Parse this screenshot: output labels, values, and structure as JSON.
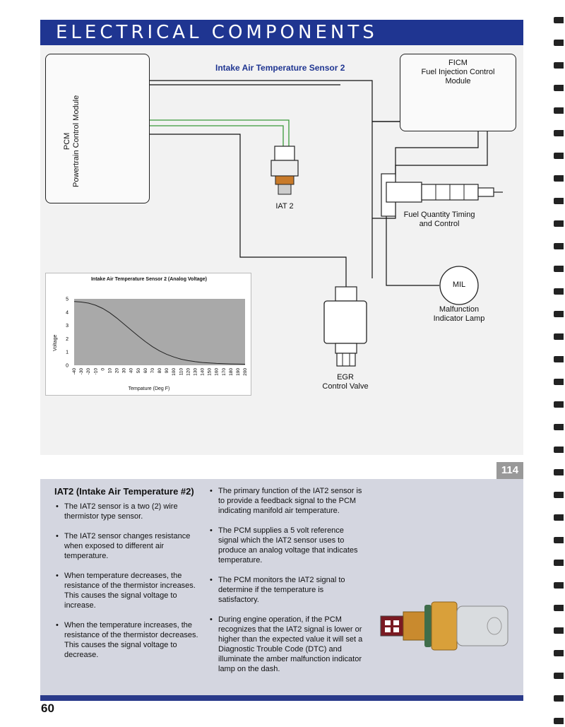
{
  "header": {
    "title": "ELECTRICAL COMPONENTS"
  },
  "diagram": {
    "title": "Intake Air Temperature Sensor 2",
    "pcm_label_1": "PCM",
    "pcm_label_2": "Powertrain Control Module",
    "ficm_label": [
      "FICM",
      "Fuel Injection Control",
      "Module"
    ],
    "iat_label": "IAT 2",
    "fuel_label": [
      "Fuel Quantity Timing",
      "and Control"
    ],
    "mil_label": "MIL",
    "mil_caption": [
      "Malfunction",
      "Indicator Lamp"
    ],
    "egr_label": [
      "EGR",
      "Control Valve"
    ]
  },
  "chart_data": {
    "type": "line",
    "title": "Intake Air Temperature Sensor 2 (Analog Voltage)",
    "xlabel": "Tempature (Deg F)",
    "ylabel": "Voltage",
    "x": [
      -40,
      -30,
      -20,
      -10,
      0,
      10,
      20,
      30,
      40,
      50,
      60,
      70,
      80,
      90,
      100,
      110,
      120,
      130,
      140,
      150,
      160,
      170,
      180,
      190,
      200
    ],
    "y": [
      4.8,
      4.76,
      4.68,
      4.52,
      4.28,
      3.95,
      3.55,
      3.1,
      2.65,
      2.2,
      1.78,
      1.4,
      1.08,
      0.82,
      0.62,
      0.46,
      0.35,
      0.27,
      0.21,
      0.17,
      0.14,
      0.12,
      0.1,
      0.09,
      0.08
    ],
    "ylim": [
      0,
      5
    ],
    "yticks": [
      0,
      1,
      2,
      3,
      4,
      5
    ],
    "grid": false,
    "plot_color": "#a9a9a9"
  },
  "page_tag": "114",
  "text": {
    "heading": "IAT2 (Intake Air Temperature #2)",
    "left_bullets": [
      "The IAT2 sensor is a two (2) wire thermistor type sensor.",
      "The IAT2 sensor changes resistance when exposed to different air temperature.",
      "When temperature decreases, the resistance of the thermistor increases. This causes the signal voltage to increase.",
      "When the temperature increases, the resistance of the thermistor decreases. This causes the signal voltage to decrease."
    ],
    "right_bullets": [
      "The primary function of the IAT2 sensor is to provide a feedback signal to the PCM indicating manifold air temperature.",
      "The PCM supplies a 5 volt reference signal which the IAT2 sensor uses to produce an analog voltage that indicates temperature.",
      "The PCM monitors the IAT2 signal to determine if the temperature is satisfactory.",
      "During engine operation, if the PCM recognizes that the IAT2 signal is lower or higher than the expected value it will set a Diagnostic Trouble Code (DTC) and illuminate the amber malfunction indicator lamp on the dash."
    ]
  },
  "footer": {
    "page_number": "60"
  },
  "colors": {
    "title_bar": "#1f3591",
    "panel": "#d4d6e0",
    "wire_green": "#3a9a3a"
  }
}
